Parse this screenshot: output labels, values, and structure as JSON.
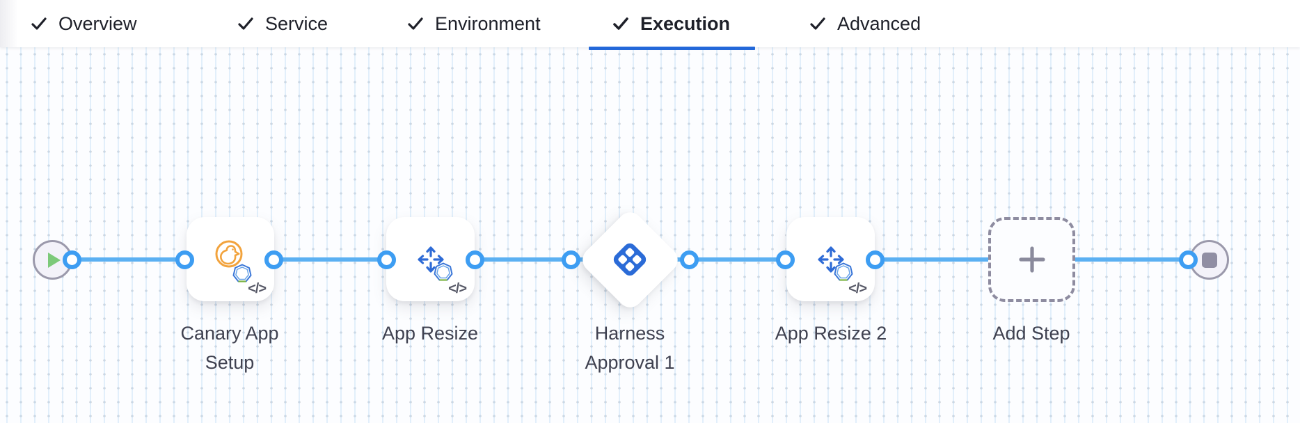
{
  "tabs": {
    "items": [
      {
        "label": "Overview",
        "checked": true,
        "active": false
      },
      {
        "label": "Service",
        "checked": true,
        "active": false
      },
      {
        "label": "Environment",
        "checked": true,
        "active": false
      },
      {
        "label": "Execution",
        "checked": true,
        "active": true
      },
      {
        "label": "Advanced",
        "checked": true,
        "active": false
      }
    ]
  },
  "pipeline": {
    "start_node": {
      "icon": "play-icon"
    },
    "end_node": {
      "icon": "stop-icon"
    },
    "steps": [
      {
        "label": "Canary App Setup",
        "shape": "card",
        "icon": "canary-icon",
        "badge_icon": "kubernetes-icon",
        "code_glyph": "</>"
      },
      {
        "label": "App Resize",
        "shape": "card",
        "icon": "resize-arrows-icon",
        "badge_icon": "kubernetes-icon",
        "code_glyph": "</>"
      },
      {
        "label": "Harness Approval 1",
        "shape": "diamond",
        "icon": "harness-logo-icon"
      },
      {
        "label": "App Resize 2",
        "shape": "card",
        "icon": "resize-arrows-icon",
        "badge_icon": "kubernetes-icon",
        "code_glyph": "</>"
      },
      {
        "label": "Add Step",
        "shape": "dashed-add",
        "icon": "plus-icon"
      }
    ]
  },
  "colors": {
    "active_tab_underline": "#2368d9",
    "connector_line": "#5bb0f2",
    "connector_ring": "#3d9df2",
    "play_green": "#7cc979",
    "canary_orange": "#f2a33d",
    "arrows_blue": "#2e6bd6",
    "harness_blue": "#2b6bd7",
    "label_text": "#3f4150"
  }
}
